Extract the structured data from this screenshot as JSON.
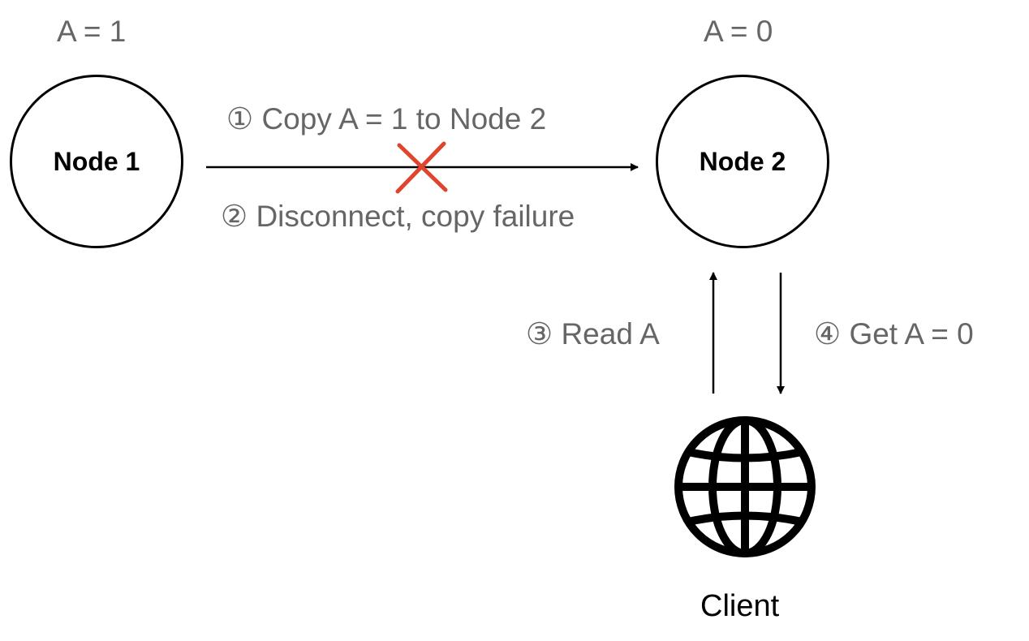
{
  "node1": {
    "label": "Node 1",
    "value_label": "A = 1"
  },
  "node2": {
    "label": "Node 2",
    "value_label": "A = 0"
  },
  "steps": {
    "step1": "① Copy A = 1 to Node 2",
    "step2": "② Disconnect, copy failure",
    "step3": "③ Read A",
    "step4": "④ Get A = 0"
  },
  "client": {
    "label": "Client",
    "icon": "globe-icon"
  },
  "colors": {
    "label_gray": "#666666",
    "failure_red": "#e0442c",
    "stroke": "#000000"
  }
}
